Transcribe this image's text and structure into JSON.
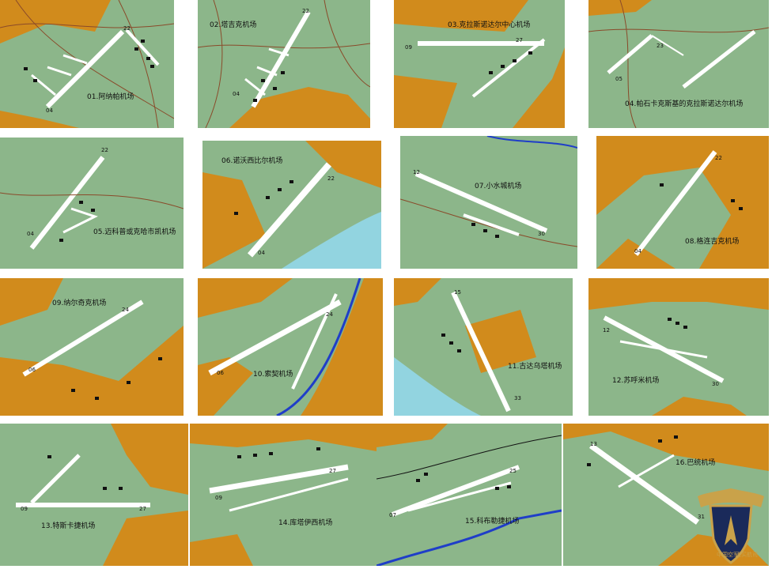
{
  "panels": [
    {
      "label": "01.阿纳帕机场",
      "runways": [
        "22",
        "04"
      ]
    },
    {
      "label": "02.塔吉克机场",
      "runways": [
        "22",
        "04"
      ]
    },
    {
      "label": "03.克拉斯诺达尔中心机场",
      "runways": [
        "27",
        "09"
      ]
    },
    {
      "label": "04.帕石卡克斯基的克拉斯诺达尔机场",
      "runways": [
        "23",
        "05"
      ]
    },
    {
      "label": "05.迈科普或克哈市凯机场",
      "runways": [
        "22",
        "04"
      ]
    },
    {
      "label": "06.诺沃西比尔机场",
      "runways": [
        "22",
        "04"
      ]
    },
    {
      "label": "07.小水城机场",
      "runways": [
        "12",
        "30"
      ]
    },
    {
      "label": "08.格连吉克机场",
      "runways": [
        "22",
        "04"
      ]
    },
    {
      "label": "09.纳尔奇克机场",
      "runways": [
        "24",
        "06"
      ]
    },
    {
      "label": "10.索契机场",
      "runways": [
        "24",
        "06"
      ]
    },
    {
      "label": "11.古达乌塔机场",
      "runways": [
        "15",
        "33"
      ]
    },
    {
      "label": "12.苏呼米机场",
      "runways": [
        "12",
        "30"
      ]
    },
    {
      "label": "13.特斯卡捷机场",
      "runways": [
        "09",
        "27"
      ]
    },
    {
      "label": "14.库塔伊西机场",
      "runways": [
        "09",
        "27"
      ]
    },
    {
      "label": "15.科布勒捷机场",
      "runways": [
        "25",
        "07"
      ]
    },
    {
      "label": "16.巴统机场",
      "runways": [
        "13",
        "31"
      ]
    }
  ],
  "colors": {
    "grass": "#8cb68a",
    "forest": "#d18b1c",
    "water": "#92d4e0",
    "river": "#1f3ec8",
    "road": "#8a4a2a",
    "runway": "#ffffff",
    "building": "#111111"
  },
  "emblem": {
    "text_cn": "中国空军",
    "text2": "孟买航司",
    "icon": "winged-shield-emblem"
  }
}
